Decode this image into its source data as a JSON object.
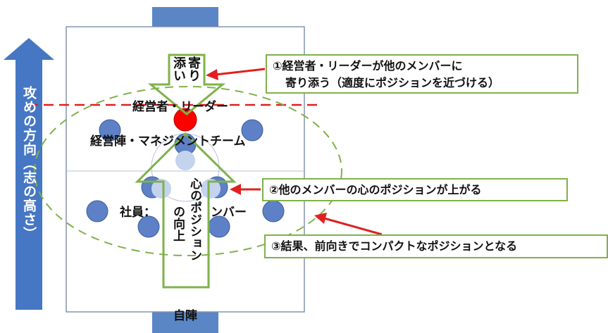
{
  "diagram": {
    "direction_label": "攻めの方向（志の高さ）",
    "own_goal_label": "自陣",
    "leader_label": "経営者・リーダー",
    "management_label": "経営陣・マネジメントチーム",
    "staff_label": "社員・他のメンバー",
    "staff_label_prefix": "社員：",
    "staff_label_suffix": "ンバー",
    "up_arrow_label": "心のポジション向上",
    "up_arrow_col1": "心のポジション",
    "up_arrow_col2": "の向上",
    "down_arrow_label": "寄り添い",
    "down_arrow_col1": "寄り",
    "down_arrow_col2": "添い",
    "callouts": [
      {
        "num": "①",
        "line1": "経営者・リーダーが他のメンバーに",
        "line2": "寄り添う（適度にポジションを近づける）"
      },
      {
        "num": "②",
        "text": "他のメンバーの心のポジションが上がる"
      },
      {
        "num": "③",
        "text": "結果、前向きでコンパクトなポジションとなる"
      }
    ]
  },
  "colors": {
    "field_border": "#7f8fa8",
    "goal_fill": "#5a86c6",
    "direction_arrow": "#4677c4",
    "player_fill": "#5d80c6",
    "faded_player_fill": "#c4d3ee",
    "leader_fill": "#ff0000",
    "callout_border": "#7fb24a",
    "red_line": "#e02020"
  }
}
